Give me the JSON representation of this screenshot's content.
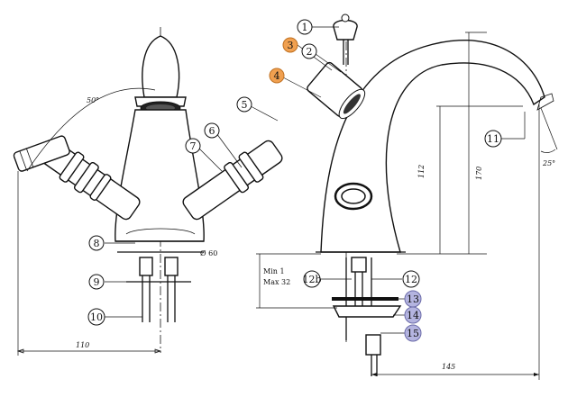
{
  "diagram": {
    "callouts": [
      {
        "id": "c1",
        "label": "1",
        "style": "plain"
      },
      {
        "id": "c2",
        "label": "2",
        "style": "plain"
      },
      {
        "id": "c3",
        "label": "3",
        "style": "orange"
      },
      {
        "id": "c4",
        "label": "4",
        "style": "orange"
      },
      {
        "id": "c5",
        "label": "5",
        "style": "plain"
      },
      {
        "id": "c6",
        "label": "6",
        "style": "plain"
      },
      {
        "id": "c7",
        "label": "7",
        "style": "plain"
      },
      {
        "id": "c8",
        "label": "8",
        "style": "plain"
      },
      {
        "id": "c9",
        "label": "9",
        "style": "plain"
      },
      {
        "id": "c10",
        "label": "10",
        "style": "plain"
      },
      {
        "id": "c11",
        "label": "11",
        "style": "plain"
      },
      {
        "id": "c12",
        "label": "12",
        "style": "plain"
      },
      {
        "id": "c12b",
        "label": "12b",
        "style": "plain"
      },
      {
        "id": "c13",
        "label": "13",
        "style": "lavender"
      },
      {
        "id": "c14",
        "label": "14",
        "style": "lavender"
      },
      {
        "id": "c15",
        "label": "15",
        "style": "lavender"
      }
    ],
    "dimensions": {
      "angle_left": "50°",
      "diameter": "Ø 60",
      "width_left": "110",
      "height_112": "112",
      "height_170": "170",
      "angle_spout": "25°",
      "width_right": "145",
      "min_label": "Min 1",
      "max_label": "Max 32"
    },
    "colors": {
      "orange": "#f0a050",
      "lavender": "#b4b4e0",
      "ink": "#111111"
    }
  }
}
